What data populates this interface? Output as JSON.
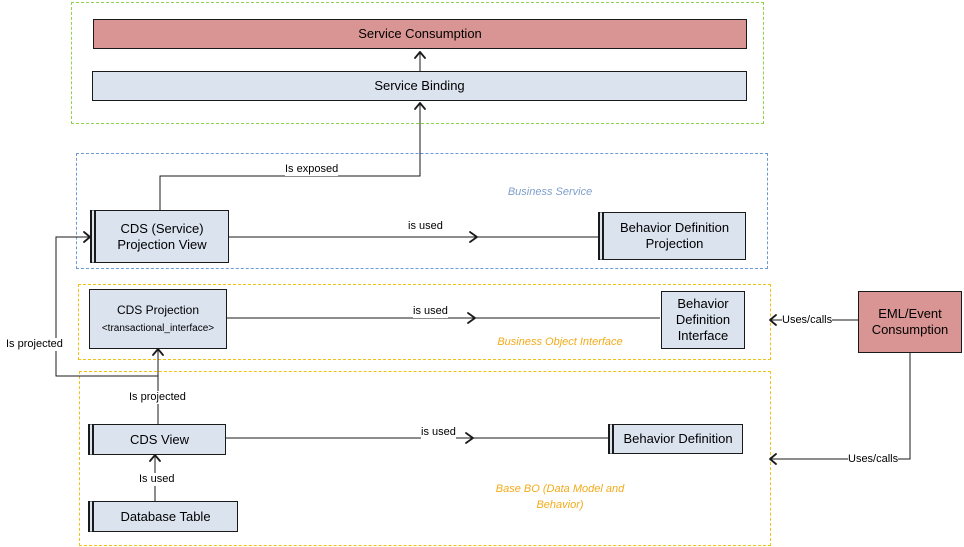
{
  "zones": {
    "business_service": "Business Service",
    "business_object_interface": "Business Object Interface",
    "base_bo_line1": "Base BO (Data Model and",
    "base_bo_line2": "Behavior)"
  },
  "boxes": {
    "service_consumption": "Service Consumption",
    "service_binding": "Service Binding",
    "cds_service_projection_line1": "CDS (Service)",
    "cds_service_projection_line2": "Projection View",
    "behavior_definition_projection_line1": "Behavior Definition",
    "behavior_definition_projection_line2": "Projection",
    "cds_projection_line1": "CDS Projection",
    "cds_projection_line2": "<transactional_interface>",
    "behavior_definition_interface_line1": "Behavior",
    "behavior_definition_interface_line2": "Definition",
    "behavior_definition_interface_line3": "Interface",
    "eml_event_line1": "EML/Event",
    "eml_event_line2": "Consumption",
    "cds_view": "CDS View",
    "behavior_definition": "Behavior Definition",
    "database_table": "Database Table"
  },
  "edges": {
    "is_exposed": "Is exposed",
    "is_used_projection": "is used",
    "is_used_interface": "is used",
    "is_used_base": "is used",
    "is_projected_left": "Is projected",
    "is_projected_center": "Is projected",
    "is_used_table": "Is used",
    "uses_calls_interface": "Uses/calls",
    "uses_calls_base": "Uses/calls"
  },
  "colors": {
    "box_fill": "#dbe3ef",
    "consumption_fill": "#d99593",
    "zone_green": "#8ed34a",
    "zone_blue": "#6e9bd8",
    "zone_yellow": "#f2c118"
  }
}
